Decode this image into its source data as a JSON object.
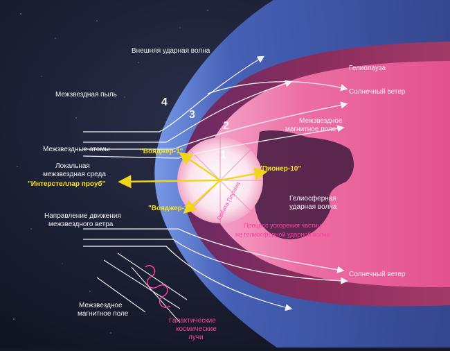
{
  "colors": {
    "space": "#1a1f33",
    "bow_shock": "#5b7fd6",
    "heliosheath": "#8f2f5c",
    "heliosphere": "#e85f9a",
    "label_white": "#f2f2f2",
    "label_yellow": "#f7e21b",
    "label_magenta": "#ff3fa0",
    "arrow_yellow": "#f1d41c"
  },
  "labels": {
    "outer_shock": "Внешняя ударная волна",
    "heliopause": "Гелиопауза",
    "interstellar_dust": "Межзвездная пыль",
    "solar_wind_top": "Солнечный ветер",
    "interstellar_magnetic_field_top_line1": "Межзвездное",
    "interstellar_magnetic_field_top_line2": "магнитное поле",
    "interstellar_atoms": "Межзвездные атомы",
    "local_medium_line1": "Локальная",
    "local_medium_line2": "межзвездная среда",
    "interstellar_wind_line1": "Направление движения",
    "interstellar_wind_line2": "межзвездного ветра",
    "heliospheric_shock_line1": "Гелиосферная",
    "heliospheric_shock_line2": "ударная волна",
    "solar_wind_bottom": "Солнечный ветер",
    "interstellar_magnetic_field_bottom_line1": "Межзвездное",
    "interstellar_magnetic_field_bottom_line2": "магнитное поле"
  },
  "zone_numbers": {
    "n1": "1",
    "n2": "2",
    "n3": "3",
    "n4": "4"
  },
  "spacecraft": {
    "voyager1": "\"Вояджер-1\"",
    "voyager2": "\"Вояджер-2\"",
    "pioneer10": "\"Пионер-10\"",
    "interstellar_probe": "\"Интерстеллар проуб\""
  },
  "magenta_labels": {
    "pluto_orbit": "Орбита Плутона",
    "acceleration_line1": "Процесс ускорения частиц",
    "acceleration_line2": "на гелиосферной ударной волне",
    "cosmic_rays_line1": "Галактические",
    "cosmic_rays_line2": "космические",
    "cosmic_rays_line3": "лучи"
  }
}
